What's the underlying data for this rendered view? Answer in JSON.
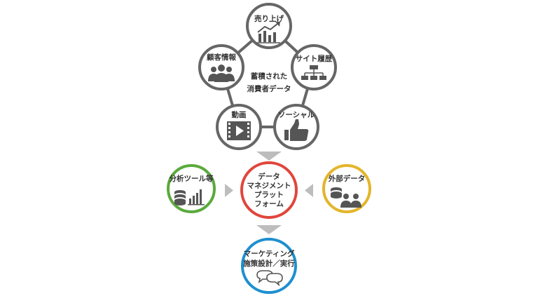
{
  "hub": {
    "center_lines": [
      "蓄積された",
      "消費者データ"
    ],
    "nodes": [
      {
        "label": "売り上げ",
        "icon": "sales-chart-icon"
      },
      {
        "label": "サイト履歴",
        "icon": "sitemap-icon"
      },
      {
        "label": "ソーシャル",
        "icon": "thumbs-up-icon"
      },
      {
        "label": "動画",
        "icon": "video-icon"
      },
      {
        "label": "顧客情報",
        "icon": "people-icon"
      }
    ]
  },
  "row": {
    "left": {
      "label": "分析ツール等",
      "icon": "database-chart-icon",
      "color": "#5aaa3c"
    },
    "center": {
      "lines": [
        "データ",
        "マネジメント",
        "プラット",
        "フォーム"
      ],
      "color": "#e0463c"
    },
    "right": {
      "label": "外部データ",
      "icon": "database-people-icon",
      "color": "#e3b52b"
    }
  },
  "bottom": {
    "lines": [
      "マーケティング",
      "施策設計／実行"
    ],
    "icon": "speech-bubbles-icon",
    "color": "#1e8fcf"
  },
  "colors": {
    "hub_ring": "#666666",
    "icon": "#555555",
    "arrow": "#bdbdbd"
  }
}
